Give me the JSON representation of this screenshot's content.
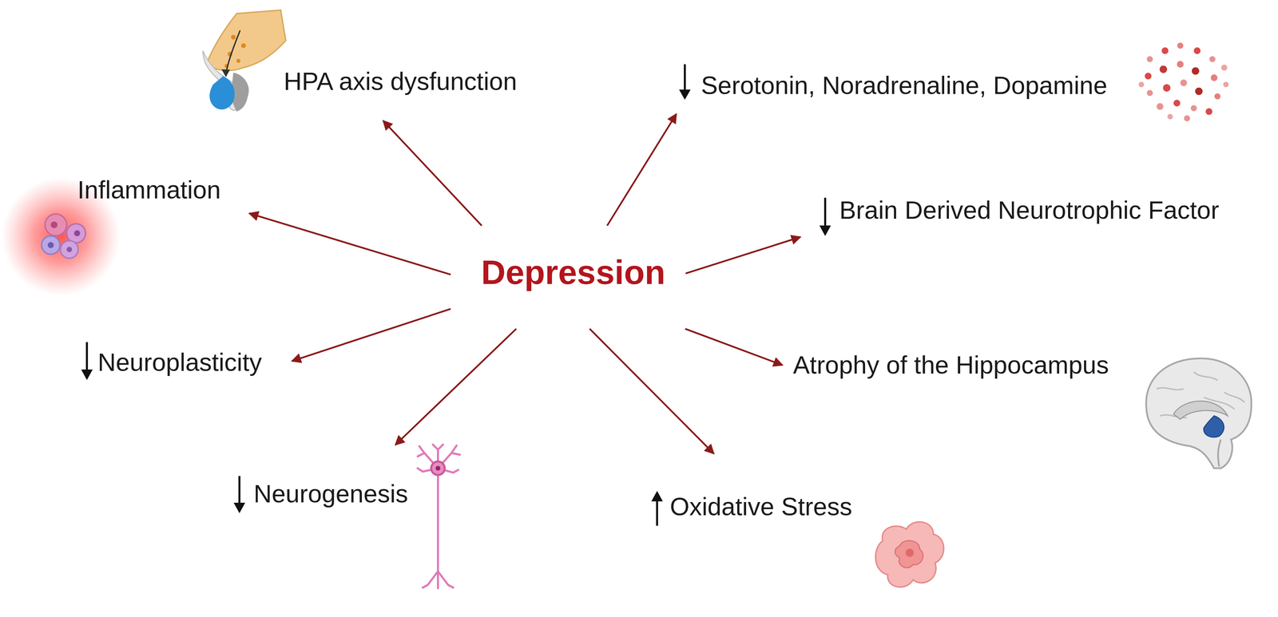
{
  "diagram": {
    "nodes": [
      {
        "text": [
          "Depression"
        ]
      },
      {
        "text": [
          "HPA axis dysfunction"
        ]
      },
      {
        "text": [
          "Serotonin, Noradrenaline, Dopamine"
        ]
      },
      {
        "text": [
          "Brain Derived Neurotrophic Factor"
        ]
      },
      {
        "text": [
          "Atrophy of the Hippocampus"
        ]
      },
      {
        "text": [
          "Oxidative Stress"
        ]
      },
      {
        "text": [
          "Neurogenesis"
        ]
      },
      {
        "text": [
          "Neuroplasticity"
        ]
      },
      {
        "text": [
          "Inflammation"
        ]
      }
    ],
    "edges": [
      {
        "from": 0,
        "to": 1,
        "arrow": "to"
      },
      {
        "from": 0,
        "to": 2,
        "arrow": "to"
      },
      {
        "from": 0,
        "to": 3,
        "arrow": "to"
      },
      {
        "from": 0,
        "to": 4,
        "arrow": "to"
      },
      {
        "from": 0,
        "to": 5,
        "arrow": "to"
      },
      {
        "from": 0,
        "to": 6,
        "arrow": "to"
      },
      {
        "from": 0,
        "to": 7,
        "arrow": "to"
      },
      {
        "from": 0,
        "to": 8,
        "arrow": "to"
      }
    ]
  }
}
